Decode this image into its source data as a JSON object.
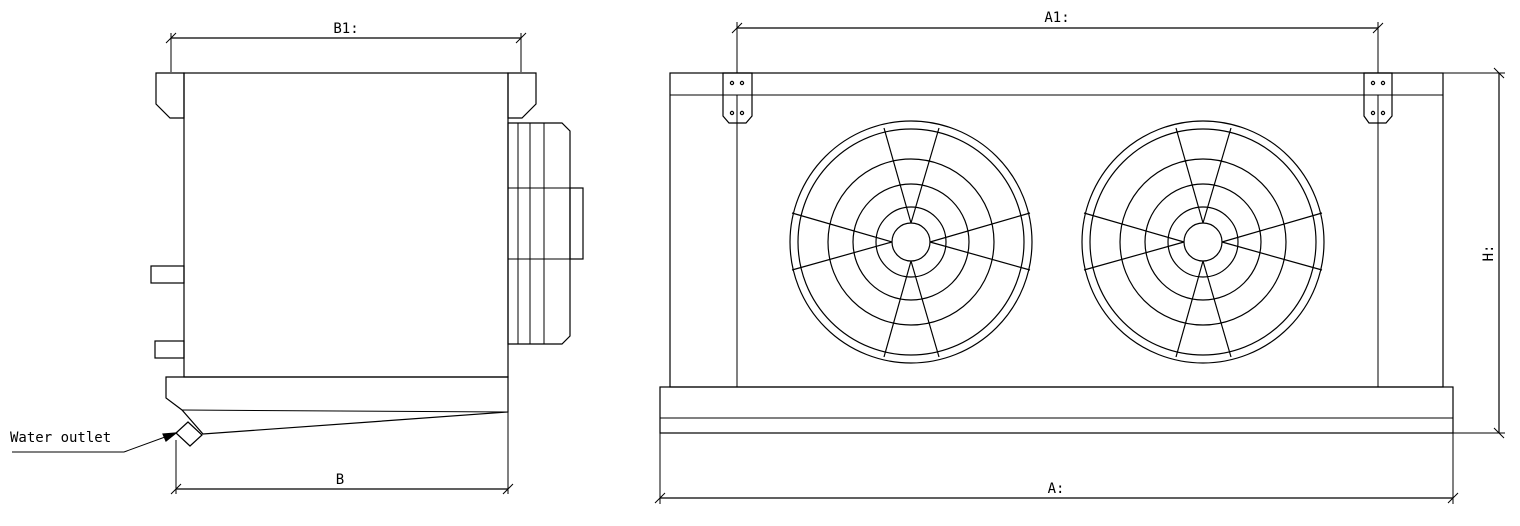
{
  "labels": {
    "b1": "B1:",
    "b": "B",
    "water_outlet": "Water outlet",
    "a1": "A1:",
    "a": "A:",
    "h": "H:"
  }
}
